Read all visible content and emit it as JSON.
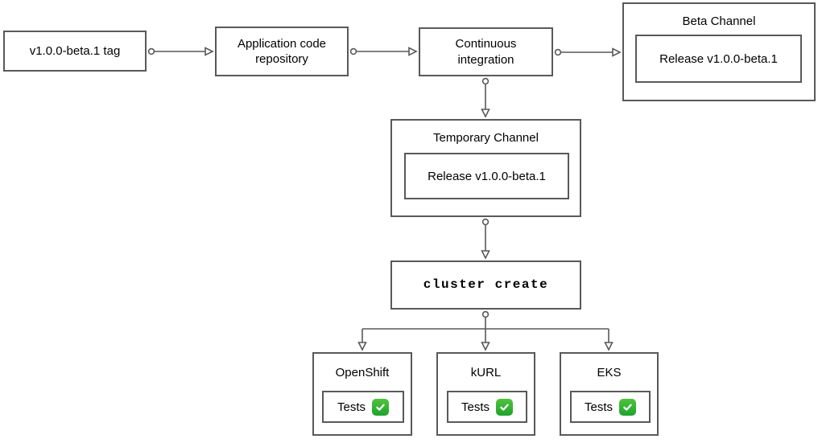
{
  "diagram": {
    "background_color": "#ffffff",
    "stroke_color": "#595959",
    "text_color": "#000000",
    "status_green": "#27b43a",
    "nodes": {
      "tag": {
        "label": "v1.0.0-beta.1 tag"
      },
      "repository": {
        "label": "Application code\nrepository"
      },
      "ci": {
        "label": "Continuous\nintegration"
      },
      "beta_channel": {
        "title": "Beta Channel",
        "release_label": "Release v1.0.0-beta.1"
      },
      "temporary_channel": {
        "title": "Temporary Channel",
        "release_label": "Release v1.0.0-beta.1"
      },
      "cluster_create": {
        "label": "cluster create"
      },
      "clusters": [
        {
          "title": "OpenShift",
          "tests_label": "Tests",
          "status_icon": "check-mark-button",
          "status": "passed"
        },
        {
          "title": "kURL",
          "tests_label": "Tests",
          "status_icon": "check-mark-button",
          "status": "passed"
        },
        {
          "title": "EKS",
          "tests_label": "Tests",
          "status_icon": "check-mark-button",
          "status": "passed"
        }
      ]
    },
    "connectors": [
      {
        "from": "tag",
        "to": "repository"
      },
      {
        "from": "repository",
        "to": "ci"
      },
      {
        "from": "ci",
        "to": "beta_channel"
      },
      {
        "from": "ci",
        "to": "temporary_channel"
      },
      {
        "from": "temporary_channel",
        "to": "cluster_create"
      },
      {
        "from": "cluster_create",
        "to": "openshift"
      },
      {
        "from": "cluster_create",
        "to": "kurl"
      },
      {
        "from": "cluster_create",
        "to": "eks"
      }
    ]
  }
}
